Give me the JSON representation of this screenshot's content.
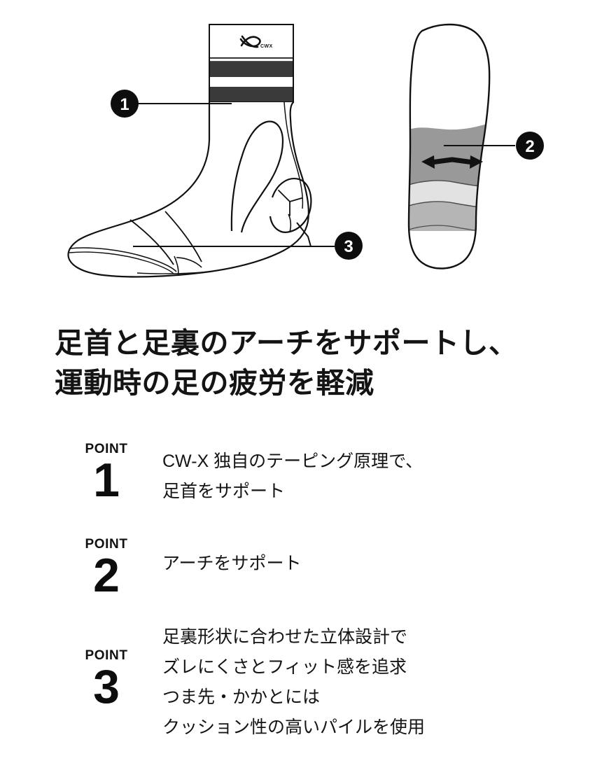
{
  "page": {
    "background_color": "#ffffff",
    "text_color": "#141414"
  },
  "illustration": {
    "side_view": {
      "name": "sock-side-view",
      "logo_text": "CWX",
      "logo_icon": "cwx-x-logo",
      "cuff_stripes": [
        "#ffffff",
        "#3a3a3a",
        "#ffffff",
        "#3a3a3a",
        "#ffffff"
      ],
      "outline_color": "#111111"
    },
    "sole_view": {
      "name": "sock-sole-view",
      "band_colors": [
        "#999999",
        "#e2e2e2",
        "#b5b5b5"
      ],
      "arrow_icon": "double-headed-arrow",
      "outline_color": "#111111"
    },
    "callouts": [
      {
        "label": "1",
        "target": "ankle-taping-area"
      },
      {
        "label": "2",
        "target": "arch-support-band"
      },
      {
        "label": "3",
        "target": "sole-three-dimensional-area"
      }
    ],
    "callout_badge_color": "#0d0d0d",
    "callout_label_color": "#ffffff"
  },
  "headline": {
    "lines": [
      "足首と足裏のアーチをサポートし、",
      "運動時の足の疲労を軽減"
    ]
  },
  "points": {
    "word_label": "POINT",
    "items": [
      {
        "number": "1",
        "lines": [
          "CW-X 独自のテーピング原理で、",
          "足首をサポート"
        ]
      },
      {
        "number": "2",
        "lines": [
          "アーチをサポート"
        ]
      },
      {
        "number": "3",
        "lines": [
          "足裏形状に合わせた立体設計で",
          "ズレにくさとフィット感を追求",
          "つま先・かかとには",
          "クッション性の高いパイルを使用"
        ]
      }
    ]
  }
}
